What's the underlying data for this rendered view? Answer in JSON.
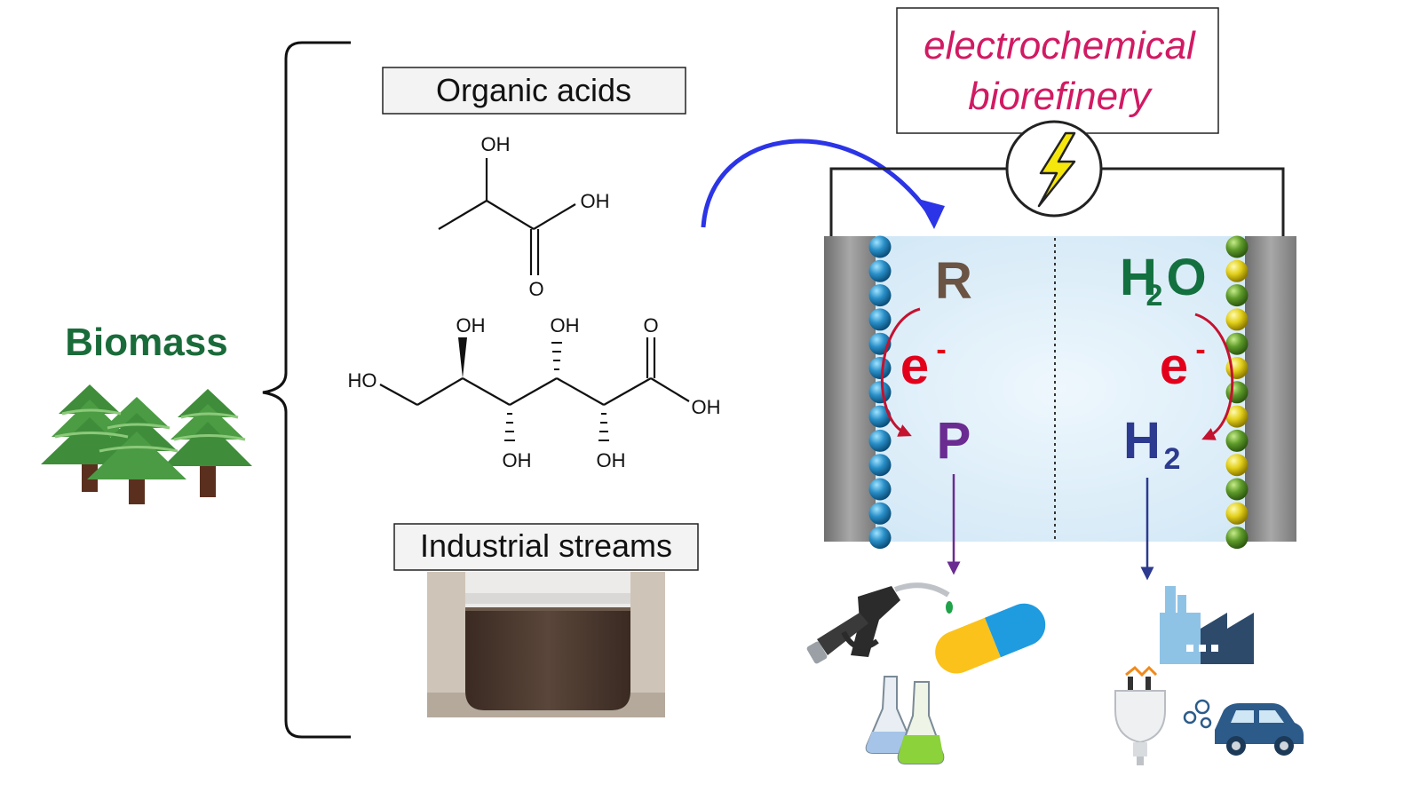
{
  "biomass": {
    "label": "Biomass"
  },
  "organic_acids": {
    "title": "Organic acids",
    "lactic_acid": {
      "oh_top": "OH",
      "oh_right": "OH",
      "o": "O"
    },
    "gluconic_acid": {
      "ho_left": "HO",
      "oh_top1": "OH",
      "oh_top2": "OH",
      "o_top": "O",
      "oh_right": "OH",
      "oh_bottom1": "OH",
      "oh_bottom2": "OH"
    }
  },
  "industrial_streams": {
    "title": "Industrial streams"
  },
  "biorefinery": {
    "line1": "electrochemical",
    "line2": "biorefinery"
  },
  "cell": {
    "anode": {
      "reactant": "R",
      "electron": "e",
      "electron_sup": "-",
      "product": "P"
    },
    "cathode": {
      "reactant_main": "H",
      "reactant_sub": "2",
      "reactant_tail": "O",
      "electron": "e",
      "electron_sup": "-",
      "product_main": "H",
      "product_sub": "2"
    }
  },
  "colors": {
    "biomass_green": "#1a6b3a",
    "ecb_pink": "#d11a63",
    "arrow_blue": "#2b34e6",
    "red_arrow": "#c4122f",
    "product_purple": "#6a2c91",
    "h2_navy": "#2c3a8f",
    "h2o_green": "#13703f",
    "r_brown": "#6b5444",
    "electrolyte": "#d8ecf8"
  },
  "icons": [
    "tree-icon",
    "fuel-nozzle-icon",
    "capsule-icon",
    "flask-icon",
    "factory-icon",
    "plug-icon",
    "car-icon",
    "lightning-icon"
  ]
}
